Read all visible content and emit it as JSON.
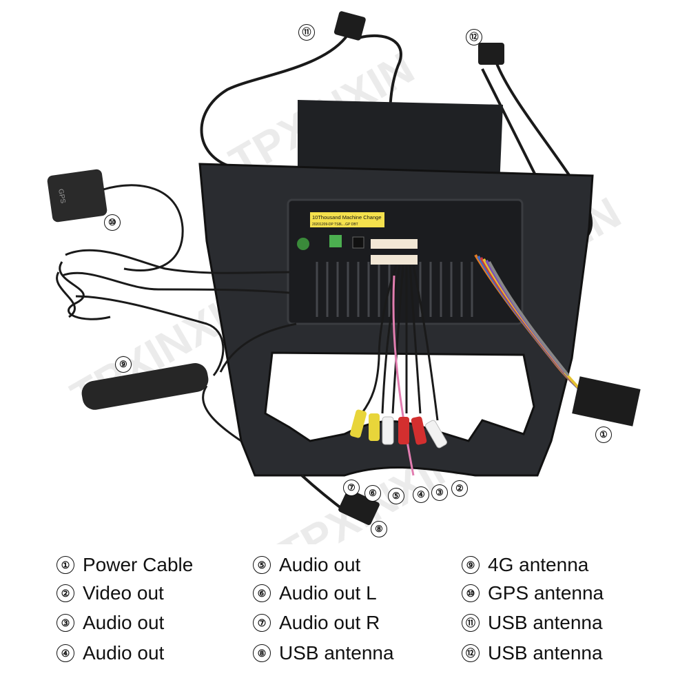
{
  "photo": {
    "sticker_line1": "10Thousand Machine Change",
    "sticker_line2": "20201209-DP TS8L...GP DBT",
    "gps_label": "GPS",
    "watermark": "TPXINXIN"
  },
  "callouts": [
    "①",
    "②",
    "③",
    "④",
    "⑤",
    "⑥",
    "⑦",
    "⑧",
    "⑨",
    "⑩",
    "⑪",
    "⑫"
  ],
  "legend": {
    "items": [
      {
        "num": "①",
        "label": "Power Cable"
      },
      {
        "num": "②",
        "label": "Video out"
      },
      {
        "num": "③",
        "label": "Audio out"
      },
      {
        "num": "④",
        "label": "Audio out"
      },
      {
        "num": "⑤",
        "label": "Audio out"
      },
      {
        "num": "⑥",
        "label": "Audio out L"
      },
      {
        "num": "⑦",
        "label": "Audio out R"
      },
      {
        "num": "⑧",
        "label": "USB antenna"
      },
      {
        "num": "⑨",
        "label": "4G antenna"
      },
      {
        "num": "⑩",
        "label": "GPS antenna"
      },
      {
        "num": "⑪",
        "label": "USB antenna"
      },
      {
        "num": "⑫",
        "label": "USB antenna"
      }
    ]
  }
}
